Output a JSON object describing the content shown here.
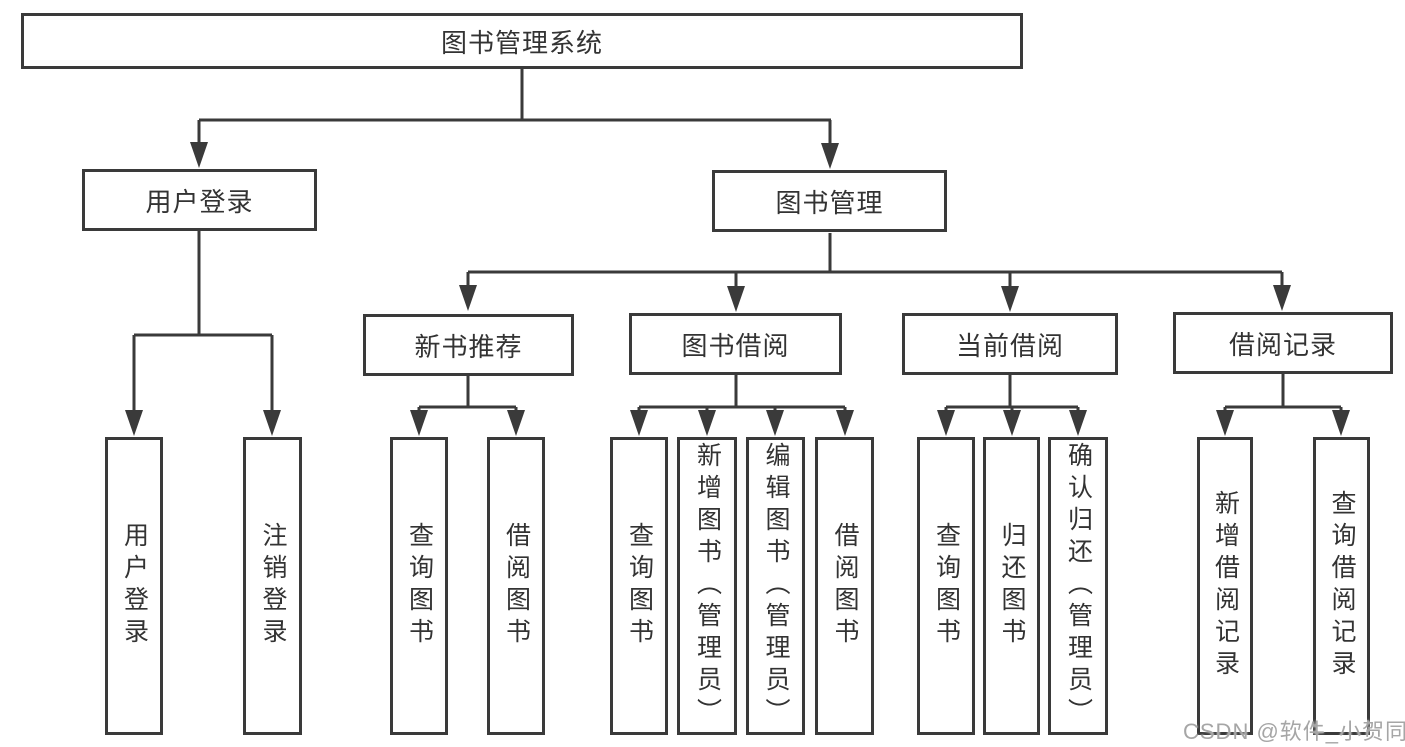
{
  "colors": {
    "line": "#3a3a3a",
    "text": "#333333",
    "box_background": "#ffffff",
    "watermark": "#a6a6a6"
  },
  "watermark": {
    "text": "CSDN @软件_小贺同学"
  },
  "nodes": {
    "root": {
      "label": "图书管理系统"
    },
    "level2": [
      {
        "label": "用户登录"
      },
      {
        "label": "图书管理"
      }
    ],
    "level3": [
      {
        "label": "新书推荐",
        "parent": "图书管理"
      },
      {
        "label": "图书借阅",
        "parent": "图书管理"
      },
      {
        "label": "当前借阅",
        "parent": "图书管理"
      },
      {
        "label": "借阅记录",
        "parent": "图书管理"
      }
    ],
    "leaves": [
      {
        "label": "用户登录",
        "parent": "用户登录"
      },
      {
        "label": "注销登录",
        "parent": "用户登录"
      },
      {
        "label": "查询图书",
        "parent": "新书推荐"
      },
      {
        "label": "借阅图书",
        "parent": "新书推荐"
      },
      {
        "label": "查询图书",
        "parent": "图书借阅"
      },
      {
        "label": "新增图书（管理员）",
        "parent": "图书借阅"
      },
      {
        "label": "编辑图书（管理员）",
        "parent": "图书借阅"
      },
      {
        "label": "借阅图书",
        "parent": "图书借阅"
      },
      {
        "label": "查询图书",
        "parent": "当前借阅"
      },
      {
        "label": "归还图书",
        "parent": "当前借阅"
      },
      {
        "label": "确认归还（管理员）",
        "parent": "当前借阅"
      },
      {
        "label": "新增借阅记录",
        "parent": "借阅记录"
      },
      {
        "label": "查询借阅记录",
        "parent": "借阅记录"
      }
    ]
  }
}
